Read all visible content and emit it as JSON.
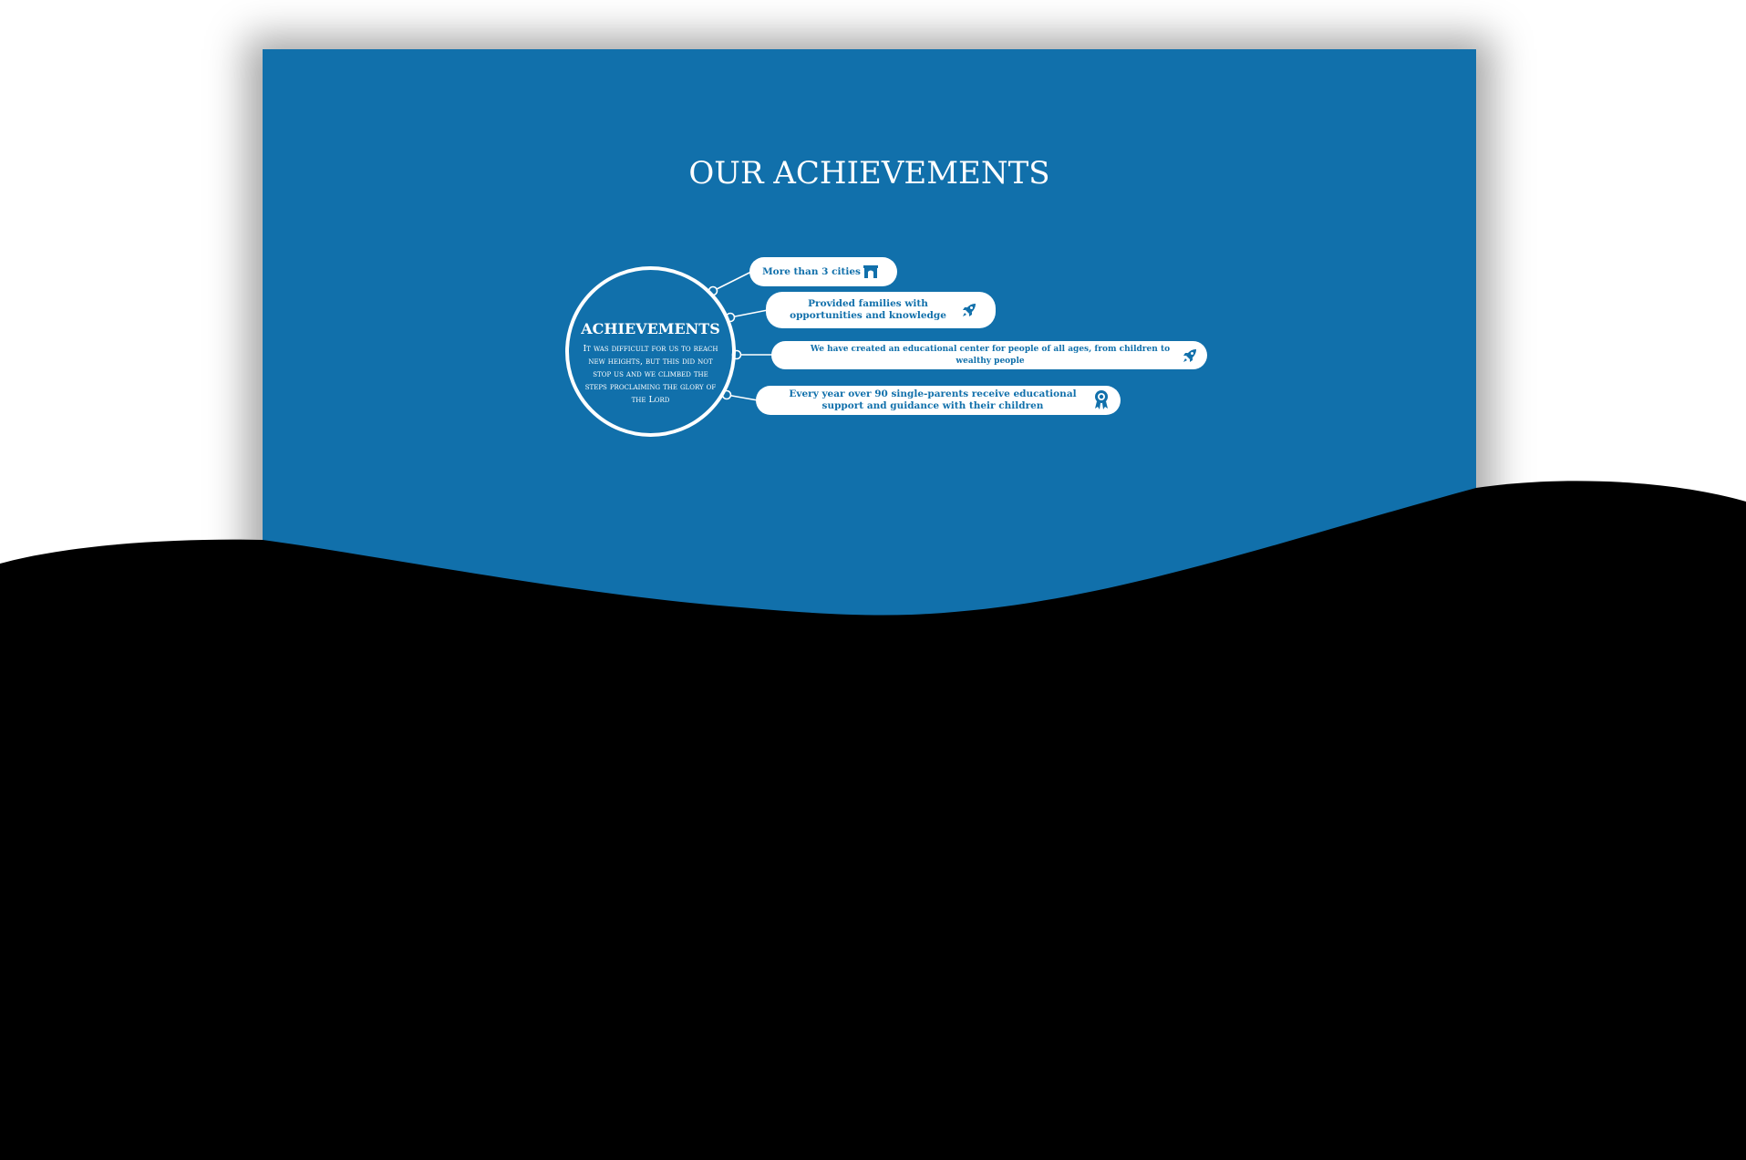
{
  "section": {
    "title": "OUR ACHIEVEMENTS"
  },
  "hub": {
    "title": "ACHIEVEMENTS",
    "text": "It was difficult for us to reach new heights, but this did not stop us and we climbed the steps proclaiming the glory of the Lord"
  },
  "achievements": [
    {
      "label": "More than 3 cities",
      "icon": "arch-icon"
    },
    {
      "label": "Provided families with opportunities and knowledge",
      "icon": "rocket-icon"
    },
    {
      "label": "We have created an educational center for people of all ages, from children to wealthy people",
      "icon": "rocket-icon"
    },
    {
      "label": "Every year over 90 single-parents receive educational support and guidance with their children",
      "icon": "award-ribbon-icon"
    }
  ],
  "colors": {
    "panel": "#1170ab",
    "text_on_panel": "#ffffff",
    "pill_background": "#ffffff",
    "pill_text": "#1170ab",
    "wave": "#000000"
  }
}
